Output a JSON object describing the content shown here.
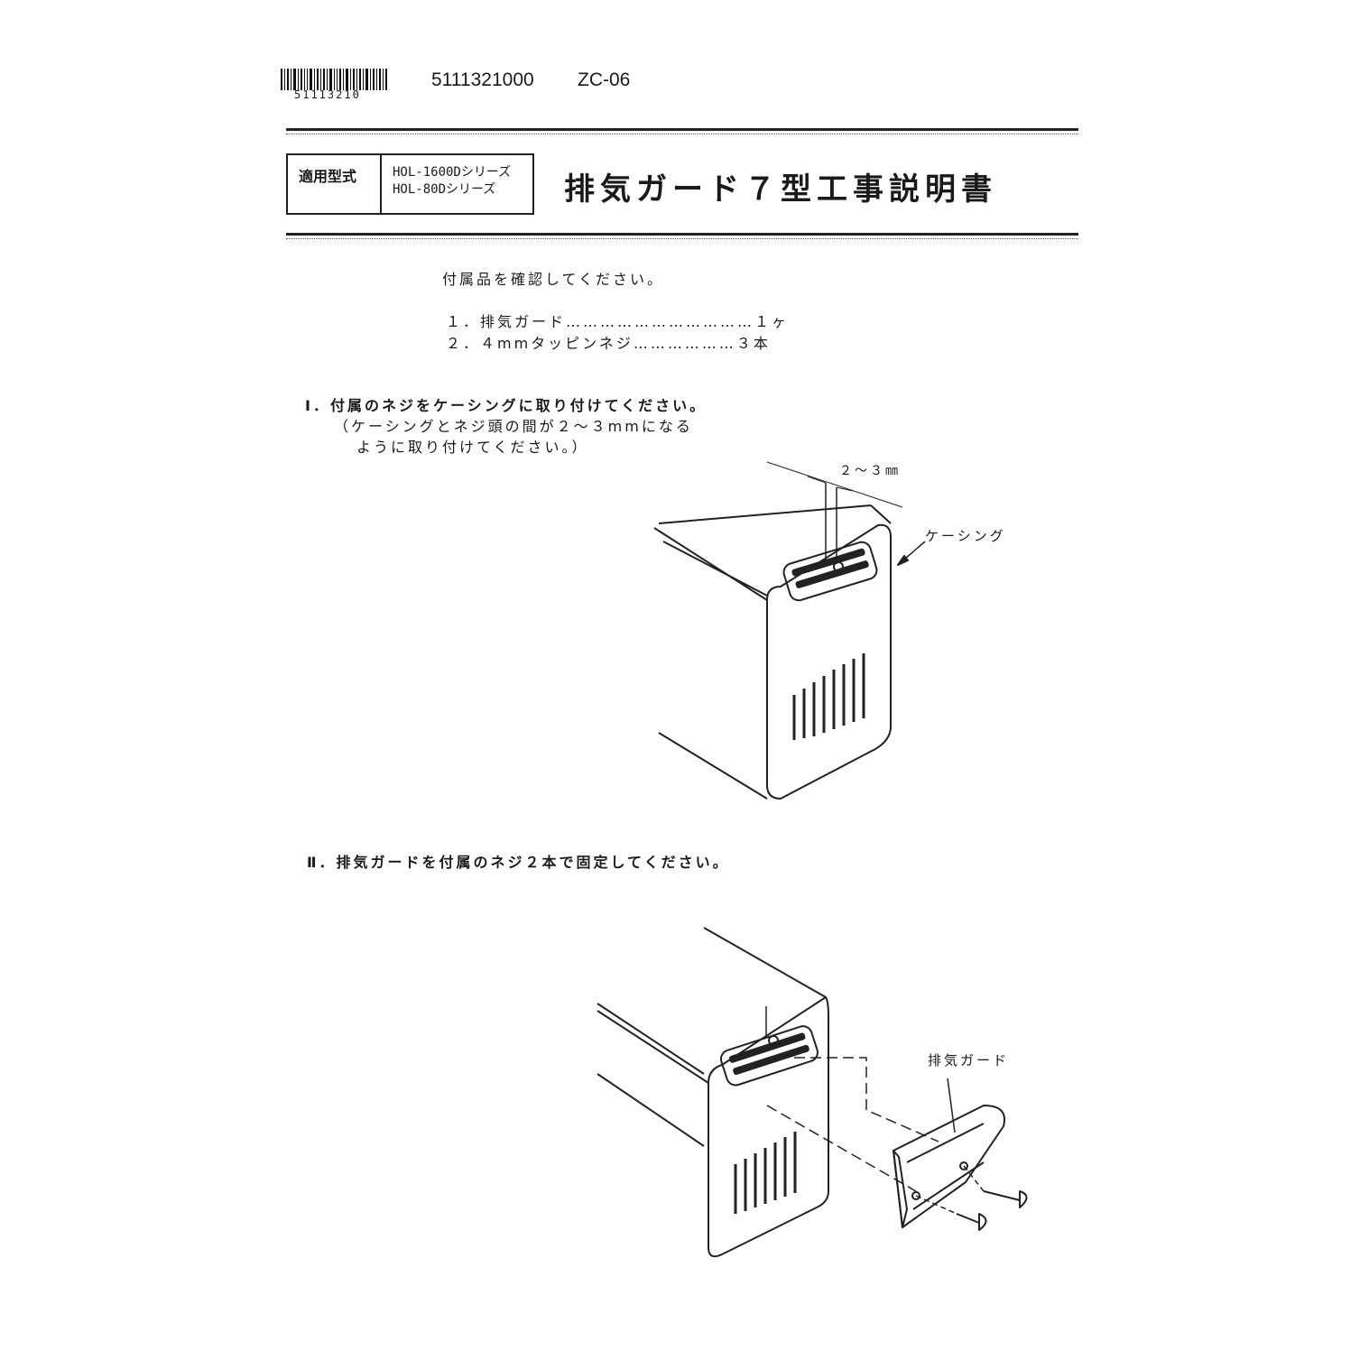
{
  "header": {
    "barcode_number": "51113210",
    "document_number": "5111321000",
    "document_code": "ZC-06"
  },
  "model_table": {
    "label": "適用型式",
    "series": [
      "HOL-1600Dシリーズ",
      "HOL-80Dシリーズ"
    ]
  },
  "title": "排気ガード７型工事説明書",
  "accessories": {
    "intro": "付属品を確認してください。",
    "items": [
      "１．排気ガード……………………………１ヶ",
      "２．４mmタッピンネジ………………３本"
    ]
  },
  "steps": [
    {
      "label": "Ⅰ．付属のネジをケーシングに取り付けてください。",
      "notes": [
        "（ケーシングとネジ頭の間が２～３mmになる",
        "ように取り付けてください。）"
      ]
    },
    {
      "label": "Ⅱ．排気ガードを付属のネジ２本で固定してください。",
      "notes": []
    }
  ],
  "figure1": {
    "dimension_label": "２～３㎜",
    "casing_label": "ケーシング"
  },
  "figure2": {
    "guard_label": "排気ガード"
  }
}
